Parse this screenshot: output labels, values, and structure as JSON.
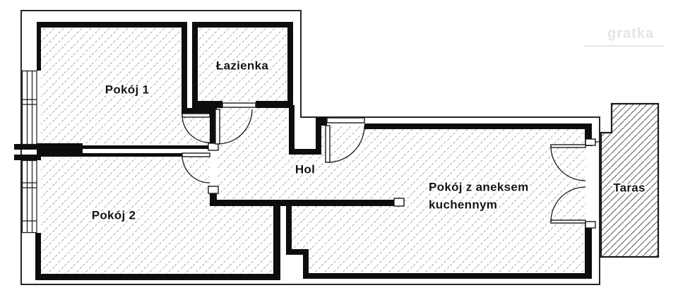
{
  "plan": {
    "type": "apartment-floor-plan",
    "rooms": {
      "pokoj1": {
        "label": "Pokój 1"
      },
      "lazienka": {
        "label": "Łazienka"
      },
      "pokoj2": {
        "label": "Pokój 2"
      },
      "hol": {
        "label": "Hol"
      },
      "salon": {
        "label_line1": "Pokój z aneksem",
        "label_line2": "kuchennym"
      },
      "taras": {
        "label": "Taras"
      }
    },
    "watermark": {
      "text": "gratka"
    },
    "colors": {
      "wall": "#0d0d0d",
      "hatch_light": "#ababab",
      "hatch_dense": "#5f5f5f",
      "label": "#141414",
      "watermark": "#e4e4e4",
      "background": "#ffffff"
    }
  }
}
